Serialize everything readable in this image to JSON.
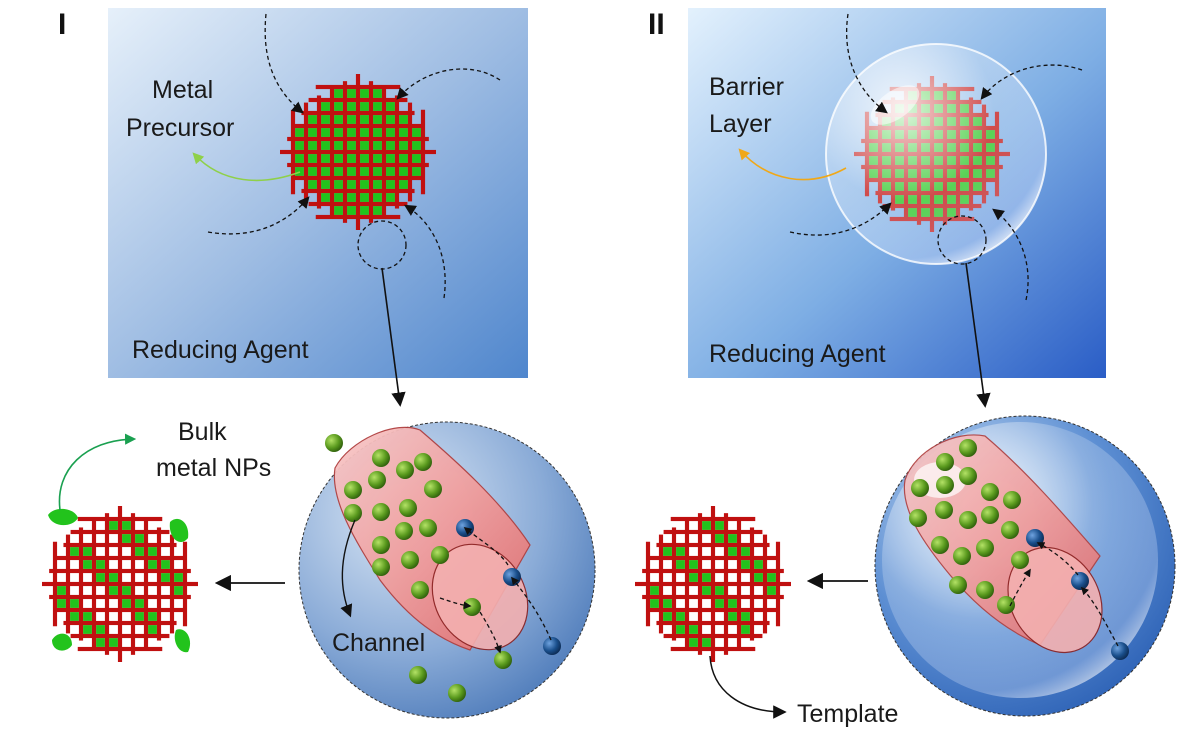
{
  "panel_I": {
    "tag": "I",
    "label_precursor_line1": "Metal",
    "label_precursor_line2": "Precursor",
    "label_reducing": "Reducing Agent",
    "label_bulk_line1": "Bulk",
    "label_bulk_line2": "metal NPs",
    "label_channel": "Channel"
  },
  "panel_II": {
    "tag": "II",
    "label_barrier_line1": "Barrier",
    "label_barrier_line2": "Layer",
    "label_reducing": "Reducing Agent",
    "label_template": "Template"
  },
  "colors": {
    "lattice": "#c01010",
    "fill_green": "#22c31c",
    "particle_green": "#5a9a1e",
    "particle_blue": "#1a4f8c",
    "precursor_arrow_green": "#8fd04a",
    "barrier_arrow_orange": "#f0a818",
    "bulk_arrow": "#1aa050"
  }
}
